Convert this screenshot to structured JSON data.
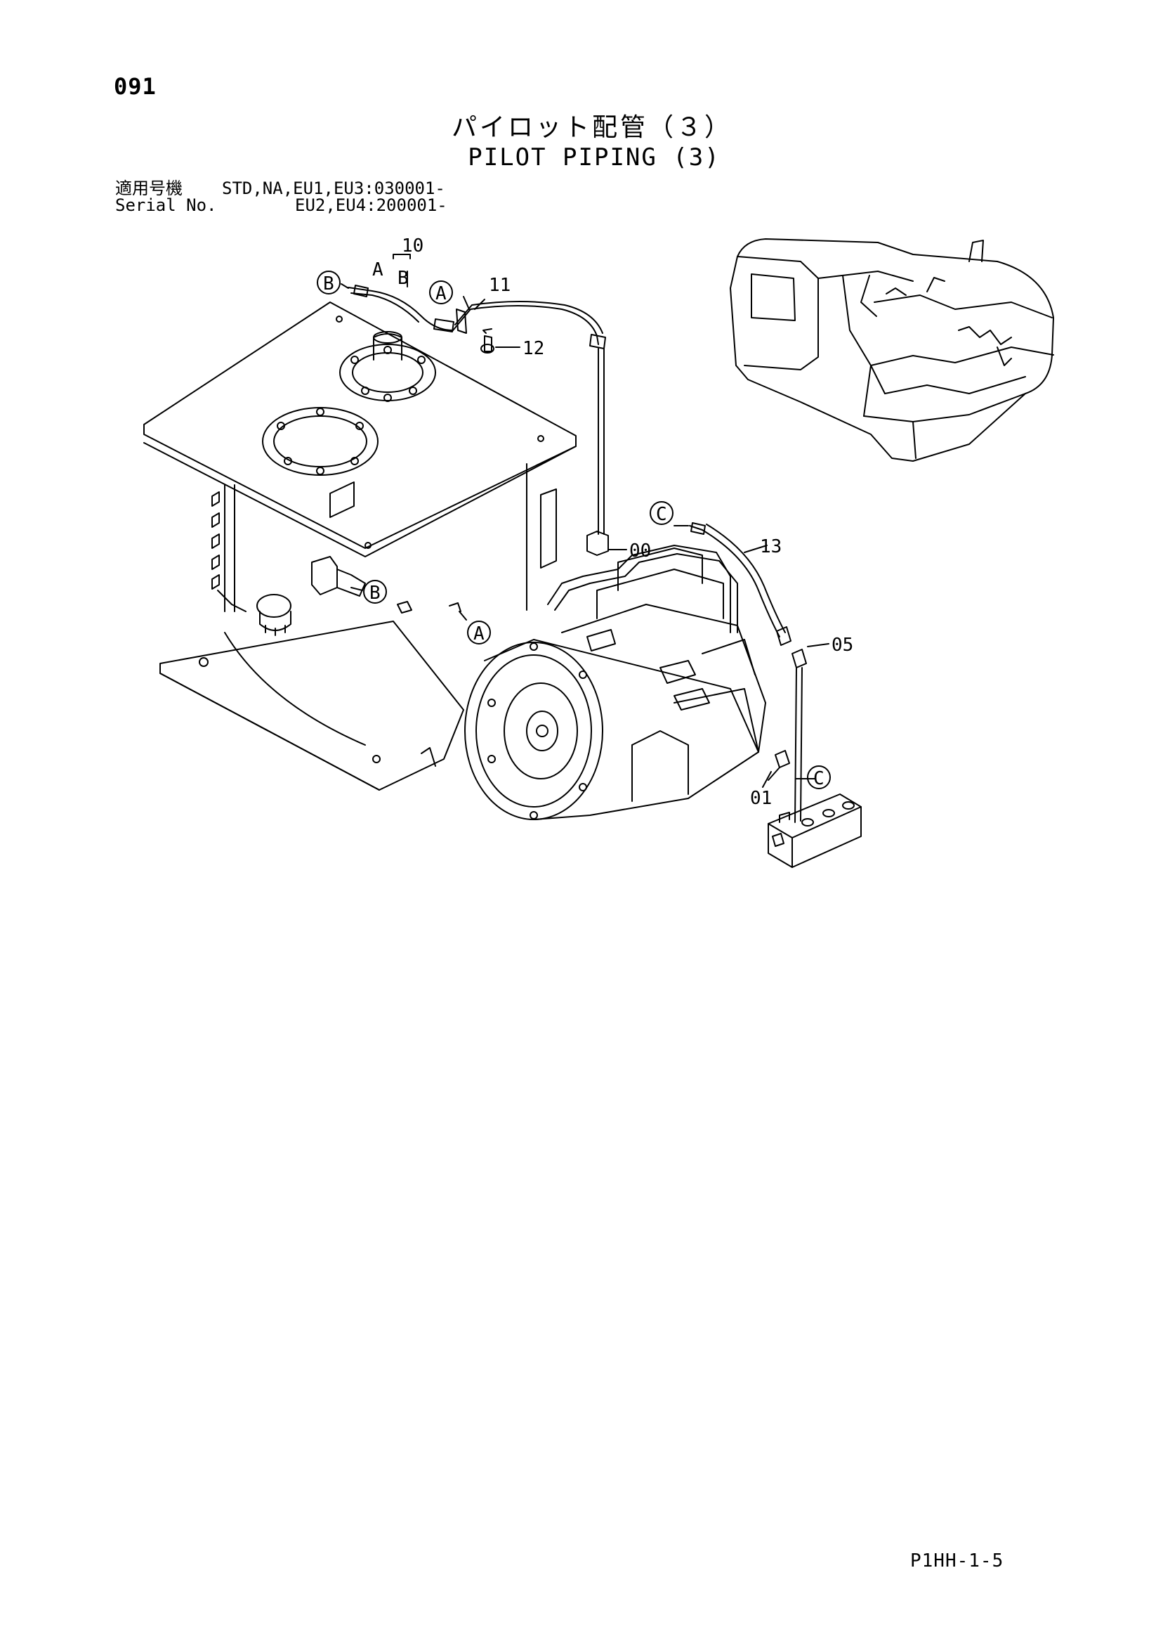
{
  "page_number": "091",
  "title_jp": "パイロット配管（３）",
  "title_en": "PILOT PIPING (3)",
  "serial": {
    "label_jp": "適用号機",
    "label_en": "Serial No.",
    "line1": "STD,NA,EU1,EU3:030001-",
    "line2": "EU2,EU4:200001-"
  },
  "callouts": {
    "p10": "10",
    "p11": "11",
    "p12": "12",
    "p13": "13",
    "p00": "00",
    "p05": "05",
    "p01": "01",
    "a": "A",
    "b": "B",
    "c": "C"
  },
  "footer_code": "P1HH-1-5"
}
